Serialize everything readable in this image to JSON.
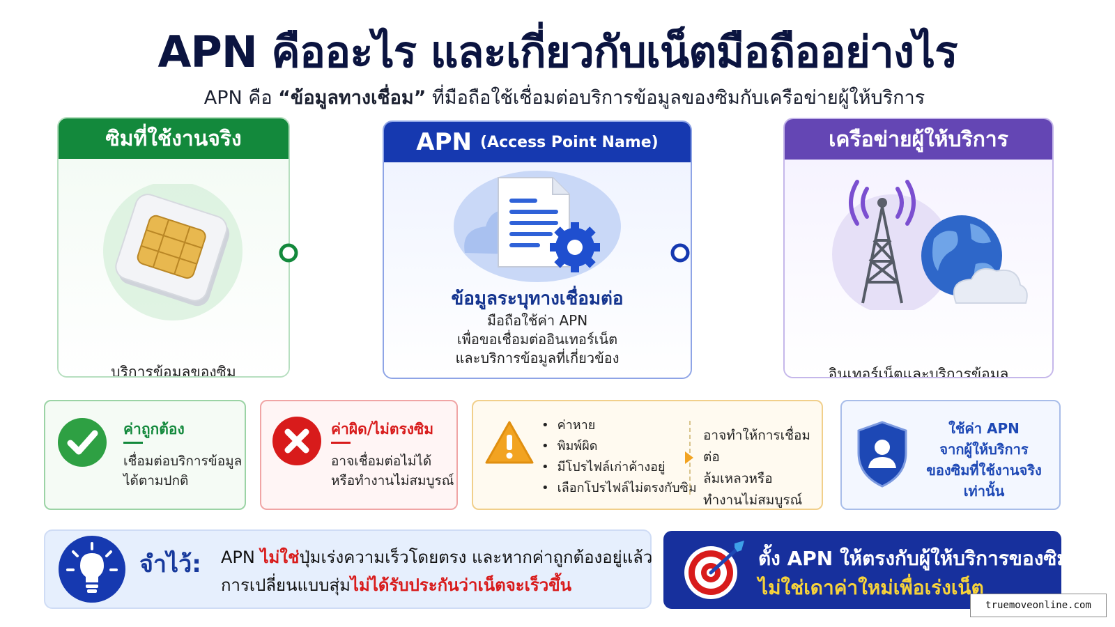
{
  "title": "APN คืออะไร และเกี่ยวกับเน็ตมือถืออย่างไร",
  "subtitle": {
    "prefix": "APN คือ ",
    "highlight": "“ข้อมูลทางเชื่อม”",
    "suffix": " ที่มือถือใช้เชื่อมต่อบริการข้อมูลของซิมกับเครือข่ายผู้ให้บริการ"
  },
  "cards": {
    "sim": {
      "header": "ซิมที่ใช้งานจริง",
      "caption": "บริการข้อมูลของซิม"
    },
    "apn": {
      "header_main": "APN",
      "header_sub": "(Access Point Name)",
      "title": "ข้อมูลระบุทางเชื่อมต่อ",
      "desc": [
        "มือถือใช้ค่า APN",
        "เพื่อขอเชื่อมต่ออินเทอร์เน็ต",
        "และบริการข้อมูลที่เกี่ยวข้อง"
      ]
    },
    "network": {
      "header": "เครือข่ายผู้ให้บริการ",
      "caption": "อินเทอร์เน็ตและบริการข้อมูล"
    }
  },
  "status_boxes": {
    "correct": {
      "title": "ค่าถูกต้อง",
      "lines": [
        "เชื่อมต่อบริการข้อมูล",
        "ได้ตามปกติ"
      ]
    },
    "wrong": {
      "title": "ค่าผิด/ไม่ตรงซิม",
      "lines": [
        "อาจเชื่อมต่อไม่ได้",
        "หรือทำงานไม่สมบูรณ์"
      ]
    },
    "warning": {
      "items": [
        "ค่าหาย",
        "พิมพ์ผิด",
        "มีโปรไฟล์เก่าค้างอยู่",
        "เลือกโปรไฟล์ไม่ตรงกับซิม"
      ],
      "result": [
        "อาจทำให้การเชื่อมต่อ",
        "ล้มเหลวหรือ",
        "ทำงานไม่สมบูรณ์"
      ]
    },
    "shield": {
      "lines": [
        "ใช้ค่า APN",
        "จากผู้ให้บริการ",
        "ของซิมที่ใช้งานจริง",
        "เท่านั้น"
      ]
    }
  },
  "note": {
    "label": "จำไว้:",
    "line1_a": "APN ",
    "line1_red": "ไม่ใช่",
    "line1_b": "ปุ่มเร่งความเร็วโดยตรง และหากค่าถูกต้องอยู่แล้ว",
    "line2_a": "การเปลี่ยนแบบสุ่ม",
    "line2_red": "ไม่ได้รับประกันว่าเน็ตจะเร็วขึ้น"
  },
  "tip": {
    "line1": "ตั้ง APN ให้ตรงกับผู้ให้บริการของซิม",
    "line2": "ไม่ใช่เดาค่าใหม่เพื่อเร่งเน็ต"
  },
  "watermark": "truemoveonline.com",
  "colors": {
    "green": "#13893c",
    "blue": "#1639b0",
    "purple": "#6446b4",
    "red": "#d81b1b",
    "orange": "#f2a321",
    "navy": "#17309d"
  },
  "icons": [
    "sim-card-icon",
    "document-gear-icon",
    "cell-tower-icon",
    "globe-icon",
    "check-icon",
    "x-icon",
    "warning-icon",
    "shield-user-icon",
    "lightbulb-icon",
    "target-icon"
  ]
}
